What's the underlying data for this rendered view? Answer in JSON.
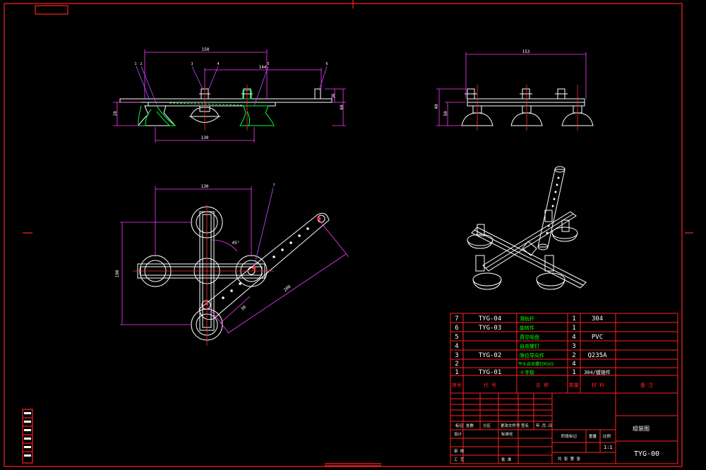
{
  "colors": {
    "frame": "#ff2020",
    "line": "#ffffff",
    "dim": "#ff3cff",
    "leader": "#c84bff",
    "text": "#ffffff",
    "cn": "#00ff00",
    "table": "#ff2020",
    "center": "#ff3030",
    "highlight": "#00ff3c"
  },
  "front_view": {
    "dims": {
      "top": "150",
      "mid": "144",
      "bottom": "130",
      "left_h": "28",
      "right_h1": "36",
      "right_h2": "60"
    },
    "balloons": [
      "1",
      "2",
      "3",
      "4",
      "5",
      "6"
    ]
  },
  "side_view": {
    "dims": {
      "top": "153",
      "left_h1": "40",
      "left_h2": "50"
    }
  },
  "plan_view": {
    "dims": {
      "width": "130",
      "height": "190",
      "angle": "45°",
      "arm_short": "30",
      "arm_long": "200"
    },
    "balloon": "7"
  },
  "bom": {
    "rows": [
      {
        "no": "7",
        "code": "TYG-04",
        "name": "滑轨杆",
        "qty": "1",
        "material": "304",
        "remark": ""
      },
      {
        "no": "6",
        "code": "TYG-03",
        "name": "旋转件",
        "qty": "1",
        "material": "",
        "remark": ""
      },
      {
        "no": "5",
        "code": "",
        "name": "真空吸盘",
        "qty": "4",
        "material": "PVC",
        "remark": ""
      },
      {
        "no": "4",
        "code": "",
        "name": "自攻螺钉",
        "qty": "3",
        "material": "",
        "remark": ""
      },
      {
        "no": "3",
        "code": "TYG-02",
        "name": "限位导向件",
        "qty": "2",
        "material": "Q235A",
        "remark": ""
      },
      {
        "no": "2",
        "code": "",
        "name": "平头自攻螺钉M3X5",
        "qty": "4",
        "material": "",
        "remark": ""
      },
      {
        "no": "1",
        "code": "TYG-01",
        "name": "十字板",
        "qty": "1",
        "material": "304/镀铬件",
        "remark": ""
      }
    ],
    "header": {
      "no": "序号",
      "code": "代    号",
      "name": "名    称",
      "qty": "数量",
      "material": "材    料",
      "remark": "备 注"
    }
  },
  "title_block": {
    "design": "设计",
    "process": "工 艺",
    "review": "审 核",
    "mark": "标记",
    "count": "处数",
    "zone": "分区",
    "change_doc": "更改文件号",
    "signature": "签名",
    "date": "年.月.日",
    "standardize": "标准化",
    "stage_mark": "阶段标记",
    "weight": "重量",
    "scale": "比例",
    "scale_value": "1:1",
    "approve": "批 准",
    "sheet_total": "共 张  第 张",
    "drawing_name": "组装图",
    "drawing_no": "TYG-00"
  }
}
